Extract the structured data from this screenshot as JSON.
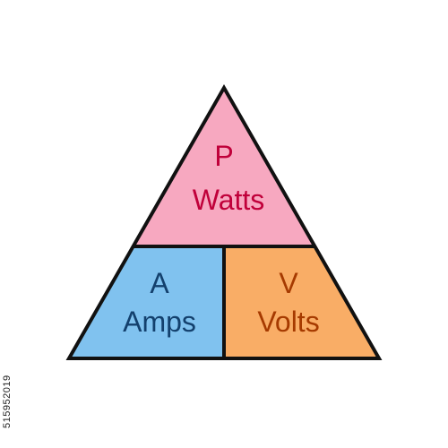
{
  "power": {
    "symbol": "P",
    "unit": "Watts",
    "fill": "#f7a8c0",
    "text_color": "#c0003a"
  },
  "current": {
    "symbol": "A",
    "unit": "Amps",
    "fill": "#80c2ef",
    "text_color": "#13406d"
  },
  "voltage": {
    "symbol": "V",
    "unit": "Volts",
    "fill": "#f9ad66",
    "text_color": "#a63a00"
  },
  "outline_color": "#111111",
  "stamp_id": "515952019"
}
